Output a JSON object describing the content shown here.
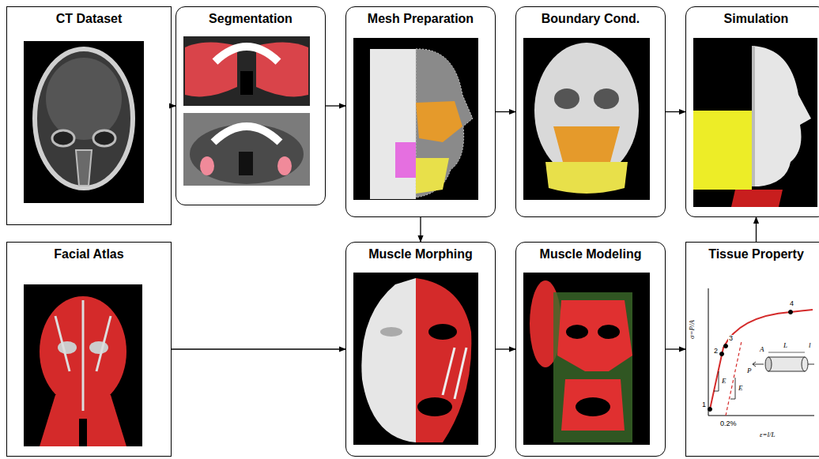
{
  "diagram": {
    "nodes": [
      {
        "text": [
          "CT Dataset"
        ]
      },
      {
        "text": [
          "Segmentation"
        ]
      },
      {
        "text": [
          "Mesh Preparation"
        ]
      },
      {
        "text": [
          "Boundary Cond."
        ]
      },
      {
        "text": [
          "Simulation"
        ]
      },
      {
        "text": [
          "Facial Atlas"
        ]
      },
      {
        "text": [
          "Muscle Morphing"
        ]
      },
      {
        "text": [
          "Muscle Modeling"
        ]
      },
      {
        "text": [
          "Tissue Property"
        ]
      }
    ],
    "edges": [
      {
        "from": 0,
        "to": 1,
        "arrow": "to"
      },
      {
        "from": 1,
        "to": 2,
        "arrow": "to"
      },
      {
        "from": 2,
        "to": 3,
        "arrow": "to"
      },
      {
        "from": 3,
        "to": 4,
        "arrow": "to"
      },
      {
        "from": 2,
        "to": 6,
        "arrow": "to"
      },
      {
        "from": 5,
        "to": 6,
        "arrow": "to"
      },
      {
        "from": 6,
        "to": 7,
        "arrow": "to"
      },
      {
        "from": 7,
        "to": 8,
        "arrow": "to"
      },
      {
        "from": 8,
        "to": 4,
        "arrow": "to"
      }
    ],
    "labels": [
      "σ=P/A",
      "ε=l/L",
      "0.2%",
      "1",
      "2",
      "3",
      "4",
      "E",
      "E",
      "A",
      "P",
      "L",
      "l"
    ]
  }
}
